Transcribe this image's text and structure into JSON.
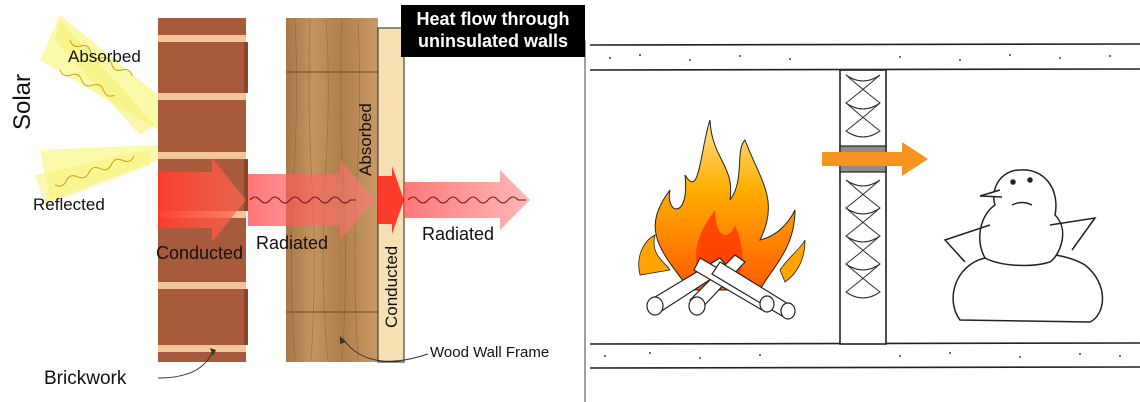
{
  "title_line1": "Heat flow through",
  "title_line2": "uninsulated walls",
  "labels": {
    "solar": "Solar",
    "absorbed_top": "Absorbed",
    "reflected": "Reflected",
    "conducted_left": "Conducted",
    "radiated_mid": "Radiated",
    "absorbed_vertical": "Absorbed",
    "conducted_vertical": "Conducted",
    "radiated_right": "Radiated",
    "brickwork": "Brickwork",
    "wood_wall_frame": "Wood Wall Frame"
  },
  "colors": {
    "brick": "#a85a3c",
    "mortar": "#f2c69a",
    "wood": "#b98850",
    "plaster": "#f6e0b4",
    "heat_red": "#ff2a1a",
    "solar_yellow": "#fafaa0",
    "flow_orange": "#f7941d",
    "band_gray": "#8c8c8c"
  }
}
